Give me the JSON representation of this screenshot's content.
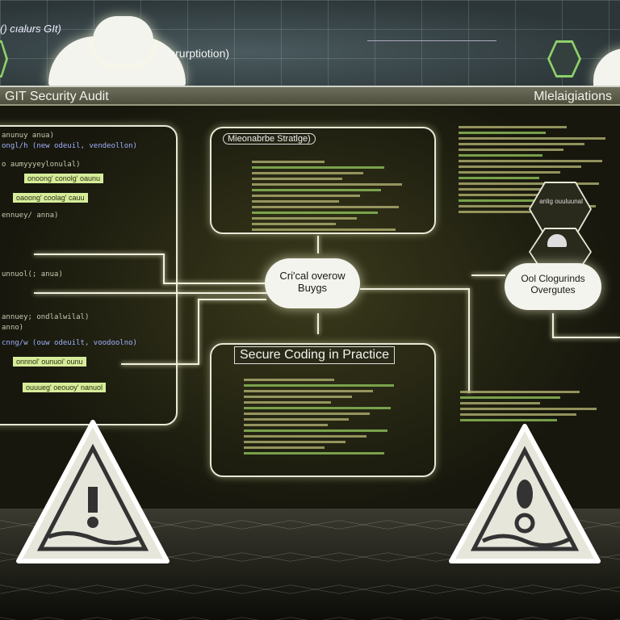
{
  "top": {
    "left_label": "() cıalurs GIt)",
    "center_label": "Enrurptiotion)"
  },
  "header": {
    "title": "GIT Security Audit",
    "right": "Mlelaigiations"
  },
  "left_panel": {
    "lines": [
      "anunuy anua)",
      "ongl/h (new odeuil, vendeollon)",
      "o aumyyyeylonulal)",
      "ennuey/ anna)",
      "unnuol(; anua)",
      "annuey; ondlalwilal)",
      "anno)",
      "cnng/w (ouw odeuilt, voodoolno)"
    ],
    "tags": [
      "onoong' conolg' oaunu",
      "oaoong' coolag' cauu",
      "onnnol' ounuoi' ounu",
      "ouuueg' oeouoy' nanuol"
    ]
  },
  "top_panel": {
    "label": "Mieonabrbe Stratlge)"
  },
  "cloud_center": {
    "line1": "Cri'cal overow",
    "line2": "Buygs"
  },
  "bottom_panel": {
    "label": "Secure Coding in Practice"
  },
  "cloud_right": {
    "line1": "Ool Clogurinds",
    "line2": "Overgutes"
  },
  "hex_right": {
    "text": "anlig ouuluunal"
  },
  "colors": {
    "accent_green": "#9bd36a",
    "tag": "#d7ec9a"
  }
}
